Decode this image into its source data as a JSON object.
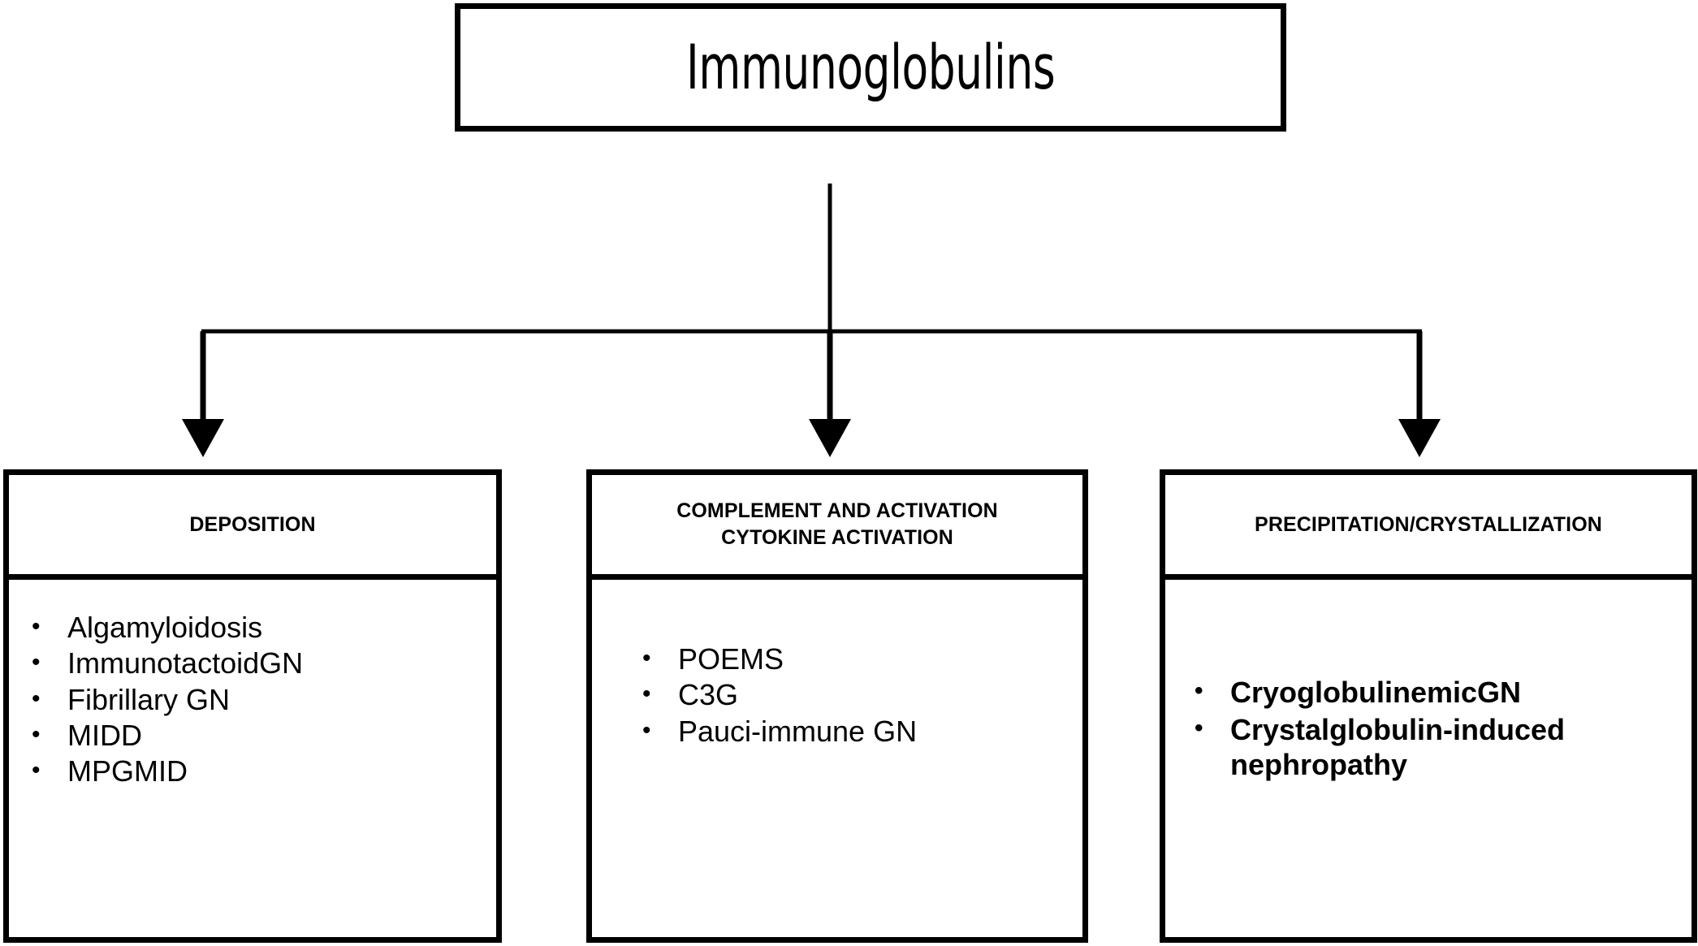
{
  "diagram": {
    "root": {
      "label": "Immunoglobulins"
    },
    "branches": [
      {
        "id": "deposition",
        "header": "DEPOSITION",
        "items": [
          "Algamyloidosis",
          "ImmunotactoidGN",
          "Fibrillary GN",
          "MIDD",
          "MPGMID"
        ],
        "bold": false
      },
      {
        "id": "complement",
        "header_line1": "COMPLEMENT AND ACTIVATION",
        "header_line2": "CYTOKINE ACTIVATION",
        "items": [
          "POEMS",
          "C3G",
          "Pauci-immune GN"
        ],
        "bold": false
      },
      {
        "id": "precipitation",
        "header": "PRECIPITATION/CRYSTALLIZATION",
        "items": [
          "CryoglobulinemicGN",
          "Crystalglobulin-induced\nnephropathy"
        ],
        "bold": true
      }
    ],
    "colors": {
      "stroke": "#000000",
      "background": "#ffffff",
      "text": "#000000"
    }
  }
}
